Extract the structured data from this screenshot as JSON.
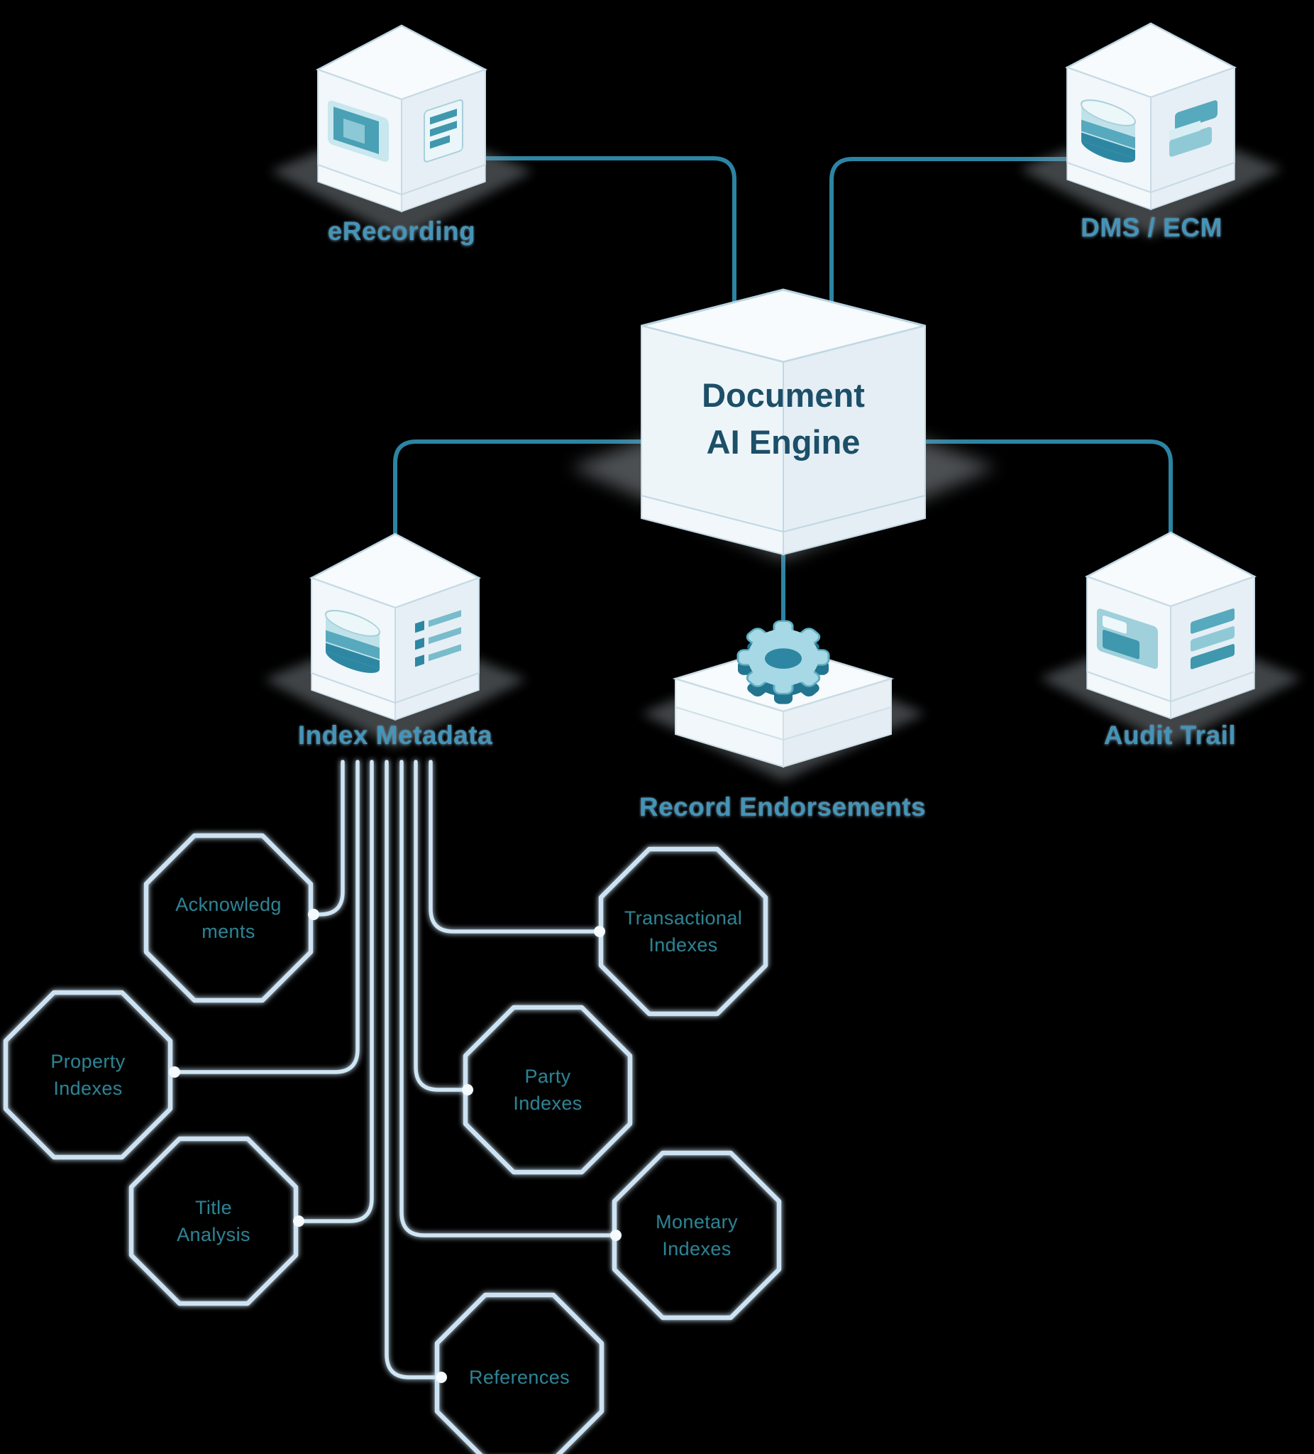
{
  "diagram_title": "Document AI Engine architecture diagram",
  "engine": {
    "line1": "Document",
    "line2": "AI Engine"
  },
  "nodes": [
    {
      "id": "erecording",
      "label": "eRecording",
      "icons": [
        "monitor-icon",
        "document-icon"
      ]
    },
    {
      "id": "dms-ecm",
      "label": "DMS / ECM",
      "icons": [
        "database-icon",
        "stacked-sheets-icon"
      ]
    },
    {
      "id": "index-metadata",
      "label": "Index Metadata",
      "icons": [
        "database-icon",
        "list-icon"
      ]
    },
    {
      "id": "record-endorsements",
      "label": "Record Endorsements",
      "icons": [
        "gear-icon"
      ]
    },
    {
      "id": "audit-trail",
      "label": "Audit Trail",
      "icons": [
        "folder-icon",
        "bars-icon"
      ]
    }
  ],
  "octagons": [
    {
      "id": "acknowledgments",
      "line1": "Acknowledg",
      "line2": "ments"
    },
    {
      "id": "transactional-indexes",
      "line1": "Transactional",
      "line2": "Indexes"
    },
    {
      "id": "property-indexes",
      "line1": "Property",
      "line2": "Indexes"
    },
    {
      "id": "party-indexes",
      "line1": "Party",
      "line2": "Indexes"
    },
    {
      "id": "title-analysis",
      "line1": "Title",
      "line2": "Analysis"
    },
    {
      "id": "monetary-indexes",
      "line1": "Monetary",
      "line2": "Indexes"
    },
    {
      "id": "references",
      "line1": "References",
      "line2": ""
    }
  ],
  "colors": {
    "background": "#000000",
    "connector_teal": "#2c84a3",
    "connector_light_blue": "#cfe6f5",
    "octagon_stroke": "#cde3f3",
    "node_label": "#4494b8",
    "engine_label": "#1c4f68",
    "octagon_label": "#2e8292",
    "icon_teal_dark": "#2e87a2",
    "icon_teal_mid": "#57a9bd",
    "icon_teal_light": "#bfe2ea"
  }
}
